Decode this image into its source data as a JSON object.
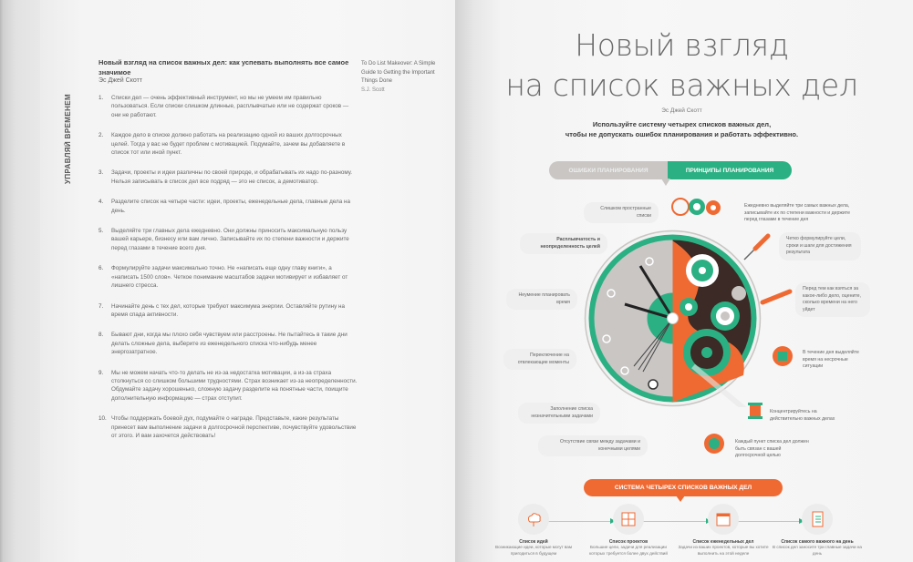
{
  "left_page": {
    "vertical_label": "Управляй временем",
    "heading": "Новый взгляд на список важных дел: как успевать выполнять все самое значимое",
    "author": "Эс Джей Скотт",
    "source": {
      "line1": "To Do List Makeover: A Simple",
      "line2": "Guide to Getting the Important",
      "line3": "Things Done",
      "author": "S.J. Scott"
    },
    "tips": [
      {
        "num": "1.",
        "text": "Списки дел — очень эффективный инструмент, но мы не умеем им правильно пользоваться. Если списки слишком длинные, расплывчатые или не содержат сроков — они не работают."
      },
      {
        "num": "2.",
        "text": "Каждое дело в списке должно работать на реализацию одной из ваших долгосрочных целей. Тогда у вас не будет проблем с мотивацией. Подумайте, зачем вы добавляете в список тот или иной пункт."
      },
      {
        "num": "3.",
        "text": "Задачи, проекты и идеи различны по своей природе, и обрабатывать их надо по-разному. Нельзя записывать в список дел все подряд — это не список, а демотиватор."
      },
      {
        "num": "4.",
        "text": "Разделите список на четыре части: идеи, проекты, еженедельные дела, главные дела на день."
      },
      {
        "num": "5.",
        "text": "Выделяйте три главных дела ежедневно. Они должны приносить максимальную пользу вашей карьере, бизнесу или вам лично. Записывайте их по степени важности и держите перед глазами в течение всего дня."
      },
      {
        "num": "6.",
        "text": "Формулируйте задачи максимально точно. Не «написать еще одну главу книги», а «написать 1500 слов». Четкое понимание масштабов задачи мотивирует и избавляет от лишнего стресса."
      },
      {
        "num": "7.",
        "text": "Начинайте день с тех дел, которые требуют максимума энергии. Оставляйте рутину на время спада активности."
      },
      {
        "num": "8.",
        "text": "Бывают дни, когда мы плохо себя чувствуем или расстроены. Не пытайтесь в такие дни делать сложные дела, выберите из еженедельного списка что-нибудь менее энергозатратное."
      },
      {
        "num": "9.",
        "text": "Мы не можем начать что-то делать не из-за недостатка мотивации, а из-за страха столкнуться со слишком большими трудностями. Страх возникает из-за неопределенности. Обдумайте задачу хорошенько, сложную задачу разделите на понятные части, поищите дополнительную информацию — страх отступит."
      },
      {
        "num": "10.",
        "text": "Чтобы поддержать боевой дух, подумайте о награде. Представьте, какие результаты принесет вам выполнение задачи в долгосрочной перспективе, почувствуйте удовольствие от этого. И вам захочется действовать!"
      }
    ]
  },
  "right_page": {
    "title_line1": "Новый взгляд",
    "title_line2": "на список важных дел",
    "author": "Эс Джей Скотт",
    "subtitle_line1": "Используйте систему четырех списков важных дел,",
    "subtitle_line2": "чтобы не допускать ошибок планирования и работать эффективно.",
    "tabs": {
      "mistakes": "Ошибки планирования",
      "principles": "Принципы планирования"
    },
    "mistakes_callouts": [
      "Слишком пространные списки",
      "Расплывчатость и неопределенность целей",
      "Неумение планировать время",
      "Переключение на отвлекающие моменты",
      "Заполнение списка незначительными задачами",
      "Отсутствие связи между задачами и конечными целями"
    ],
    "principles_callouts": [
      "Ежедневно выделяйте три самых важных дела, записывайте их по степени важности и держите перед глазами в течение дня",
      "Четко формулируйте цели, сроки и шаги для достижения результата",
      "Перед тем как взяться за какое-либо дело, оцените, сколько времени на него уйдет",
      "В течение дня выделяйте время на несрочные ситуации",
      "Концентрируйтесь на действительно важных делах",
      "Каждый пункт списка дел должен быть связан с вашей долгосрочной целью"
    ],
    "system_banner": "Система четырех списков важных дел",
    "steps": [
      {
        "title": "Список идей",
        "desc": "Возникающие идеи, которые могут вам пригодиться в будущем",
        "icon": "cloud-idea-icon"
      },
      {
        "title": "Список проектов",
        "desc": "Большие цели, задачи для реализации которых требуется более двух действий",
        "icon": "projects-icon"
      },
      {
        "title": "Список еженедельных дел",
        "desc": "Задачи из ваших проектов, которые вы хотите выполнить на этой неделе",
        "icon": "calendar-icon"
      },
      {
        "title": "Список самого важного на день",
        "desc": "В список дел заносите три главные задачи на день",
        "icon": "checklist-icon"
      }
    ],
    "colors": {
      "green": "#2bb083",
      "orange": "#ef6a33",
      "gray": "#c9c6c4",
      "dark": "#3b2a25"
    }
  }
}
